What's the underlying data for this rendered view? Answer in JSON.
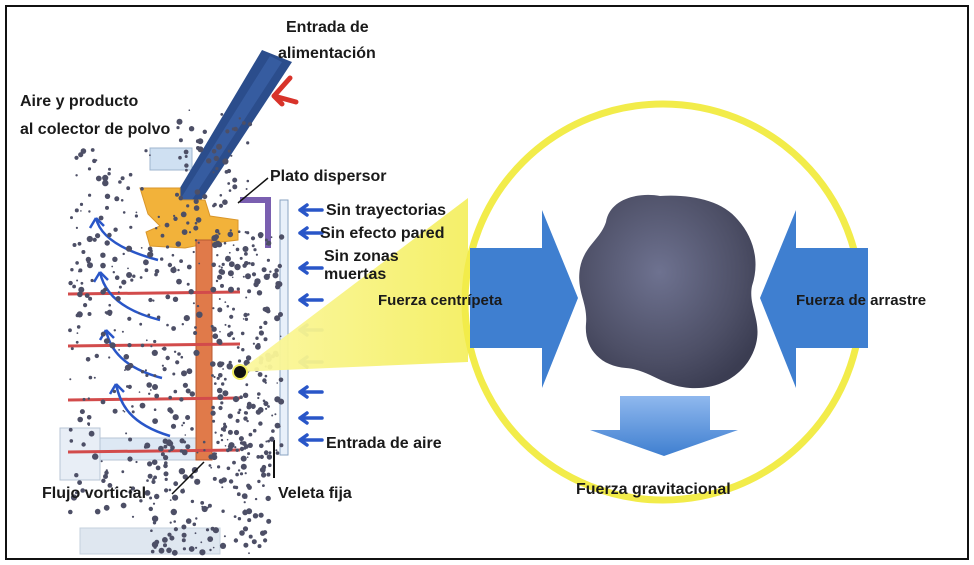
{
  "labels": {
    "feed_line1": "Entrada de",
    "feed_line2": "alimentación",
    "air_product_line1": "Aire y producto",
    "air_product_line2": "al colector de polvo",
    "dispersor_plate": "Plato dispersor",
    "no_trajectories": "Sin trayectorias",
    "no_wall_effect": "Sin efecto pared",
    "no_dead_zones_line1": "Sin zonas",
    "no_dead_zones_line2": "muertas",
    "centripetal_force": "Fuerza centrípeta",
    "drag_force": "Fuerza de arrastre",
    "air_inlet": "Entrada de aire",
    "vortex_flow": "Flujo vorticial",
    "fixed_vane": "Veleta fija",
    "gravitational_force": "Fuerza gravitacional"
  },
  "colors": {
    "border": "#111111",
    "force_arrow": "#3f7fd0",
    "force_arrow_light": "#8fb8ee",
    "halo_ring": "#f2ec4a",
    "light_beam": "#f5f27a",
    "particle": "#4d4f66",
    "shaft": "#e07a4a",
    "rotor": "#f2b23a",
    "feed_pipe": "#2b4d8c",
    "airflow_arrow": "#2956c8",
    "housing": "#cfe0f2",
    "vane": "#7a5fb0"
  },
  "icons": {
    "feed_arrow": "down-left-arrow",
    "inlet_arrows": "left-arrow"
  }
}
